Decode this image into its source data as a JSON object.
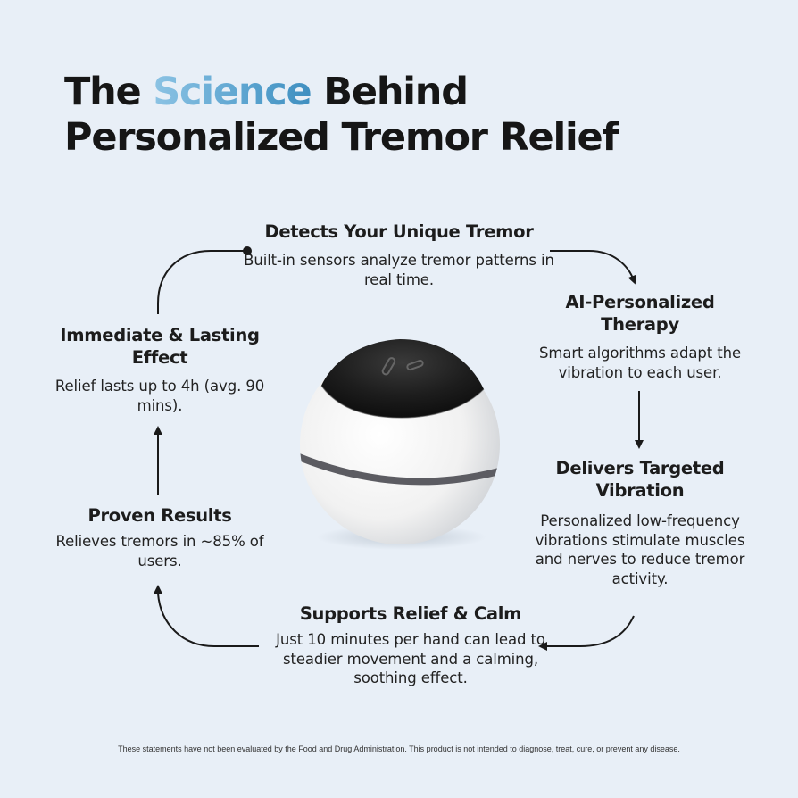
{
  "title": {
    "line1_prefix": "The ",
    "line1_accent": "Science",
    "line1_suffix": " Behind",
    "line2": "Personalized Tremor Relief"
  },
  "colors": {
    "background": "#e8eff7",
    "accent_gradient_start": "#8cc3e4",
    "accent_gradient_end": "#3f8fc0",
    "text": "#1b1b1b",
    "device_cap": "#1e1e1e",
    "device_body": "#f4f4f4",
    "device_band": "#5c5c62"
  },
  "steps": [
    {
      "id": "detect",
      "heading": "Detects Your Unique Tremor",
      "body": "Built-in sensors analyze tremor patterns in real time."
    },
    {
      "id": "ai",
      "heading": "AI-Personalized Therapy",
      "body": "Smart algorithms adapt the vibration to each user."
    },
    {
      "id": "deliver",
      "heading": "Delivers Targeted Vibration",
      "body": "Personalized low-frequency vibrations stimulate muscles and nerves to reduce tremor activity."
    },
    {
      "id": "support",
      "heading": "Supports Relief & Calm",
      "body": "Just 10 minutes per hand can lead to steadier movement and a calming, soothing effect."
    },
    {
      "id": "proven",
      "heading": "Proven Results",
      "body": "Relieves tremors in ~85% of users."
    },
    {
      "id": "immediate",
      "heading": "Immediate & Lasting Effect",
      "body": "Relief lasts up to 4h (avg. 90 mins)."
    }
  ],
  "device": {
    "icon": "tremor-relief-device-sphere"
  },
  "disclaimer": "These statements have not been evaluated by the Food and Drug Administration. This product is not intended to diagnose, treat, cure, or prevent any disease."
}
